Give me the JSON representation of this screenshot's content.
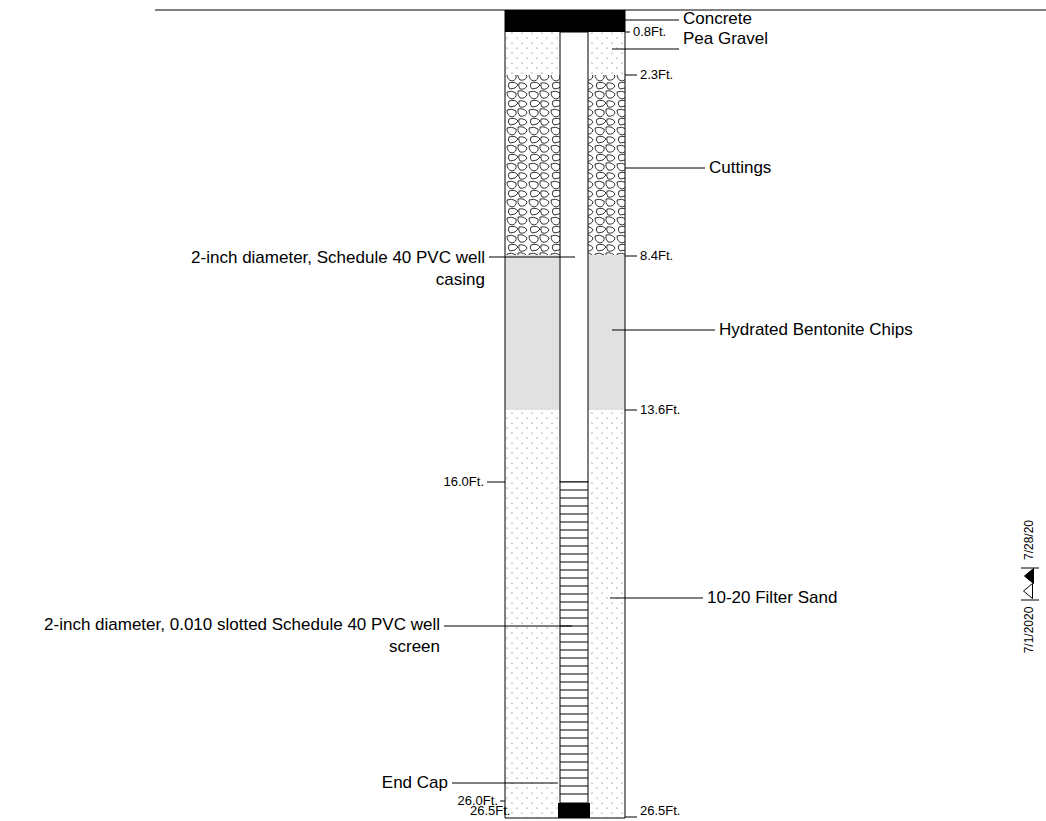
{
  "diagram": {
    "labels": [
      "Concrete",
      "0.8Ft.",
      "Pea Gravel",
      "2.3Ft.",
      "Cuttings",
      "2-inch diameter, Schedule 40 PVC well casing",
      "8.4Ft.",
      "Hydrated Bentonite Chips",
      "13.6Ft.",
      "16.0Ft.",
      "10-20 Filter Sand",
      "2-inch diameter, 0.010 slotted Schedule 40 PVC well screen",
      "End Cap",
      "26.0Ft.",
      "26.5Ft.",
      "26.5Ft.",
      "7/1/2020",
      "7/28/20"
    ]
  }
}
